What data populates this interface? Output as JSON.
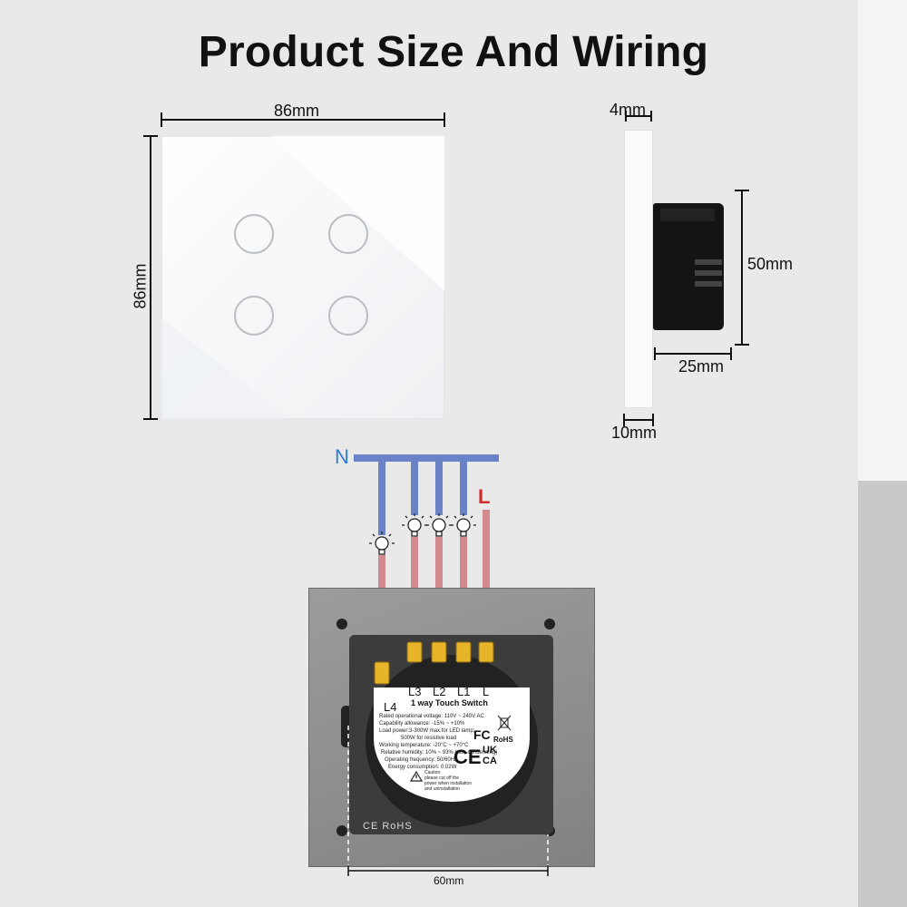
{
  "title": "Product Size And Wiring",
  "dimensions": {
    "front_width": "86mm",
    "front_height": "86mm",
    "glass_thickness": "4mm",
    "body_height": "50mm",
    "body_depth": "25mm",
    "plate_depth": "10mm",
    "mount_spacing": "60mm"
  },
  "wiring": {
    "neutral": "N",
    "live": "L",
    "neutral_color": "#6a83c7",
    "live_color": "#d38a8f",
    "neutral_text_color": "#2f7bd6",
    "live_text_color": "#d42a2a"
  },
  "terminals": [
    "L3",
    "L2",
    "L1",
    "L",
    "L4"
  ],
  "module_label": {
    "heading": "1 way Touch Switch",
    "specs": [
      "Rated operational voltage: 110V ~ 240V AC",
      "Capability allowance: -15% ~ +10%",
      "Load power:3-300W max.for LED lamp;",
      "500W for resistive load",
      "Working temperature: -20°C ~ +70°C",
      "Relative humidity: 10% ~ 93% (non-condensing)",
      "Operating frequency: 50/60Hz",
      "Energy consumption: 0.02W"
    ],
    "caution": [
      "Caution:",
      "please cut off the",
      "power when installation",
      "and uninstallation"
    ],
    "marks": [
      "FC",
      "RoHS",
      "CE",
      "UK",
      "CA"
    ],
    "embossed": "CE RoHS"
  }
}
